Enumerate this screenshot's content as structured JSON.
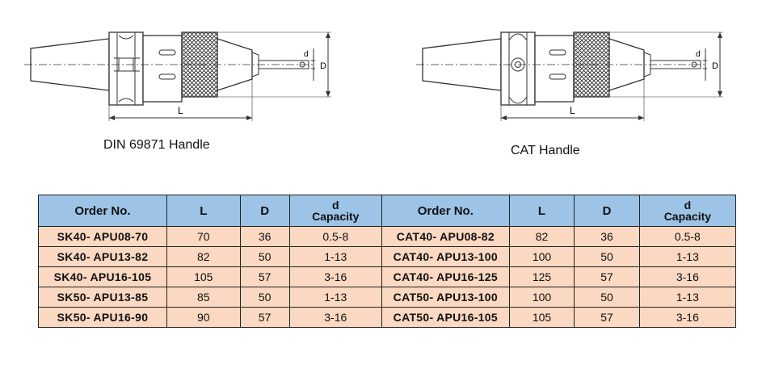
{
  "captions": {
    "din": "DIN 69871 Handle",
    "cat": "CAT Handle"
  },
  "drawings": {
    "din": {
      "length_label": "L",
      "diameter_label": "D",
      "bore_label": "d"
    },
    "cat": {
      "length_label": "L",
      "diameter_label": "D",
      "bore_label": "d"
    }
  },
  "table": {
    "headers": {
      "order": "Order No.",
      "L": "L",
      "D": "D",
      "d_top": "d",
      "d_bottom": "Capacity"
    },
    "rows": [
      {
        "sk": "SK40- APU08-70",
        "sk_L": "70",
        "sk_D": "36",
        "sk_d": "0.5-8",
        "cat": "CAT40- APU08-82",
        "cat_L": "82",
        "cat_D": "36",
        "cat_d": "0.5-8"
      },
      {
        "sk": "SK40- APU13-82",
        "sk_L": "82",
        "sk_D": "50",
        "sk_d": "1-13",
        "cat": "CAT40- APU13-100",
        "cat_L": "100",
        "cat_D": "50",
        "cat_d": "1-13"
      },
      {
        "sk": "SK40- APU16-105",
        "sk_L": "105",
        "sk_D": "57",
        "sk_d": "3-16",
        "cat": "CAT40- APU16-125",
        "cat_L": "125",
        "cat_D": "57",
        "cat_d": "3-16"
      },
      {
        "sk": "SK50- APU13-85",
        "sk_L": "85",
        "sk_D": "50",
        "sk_d": "1-13",
        "cat": "CAT50- APU13-100",
        "cat_L": "100",
        "cat_D": "50",
        "cat_d": "1-13"
      },
      {
        "sk": "SK50- APU16-90",
        "sk_L": "90",
        "sk_D": "57",
        "sk_d": "3-16",
        "cat": "CAT50- APU16-105",
        "cat_L": "105",
        "cat_D": "57",
        "cat_d": "3-16"
      }
    ]
  },
  "colors": {
    "header_bg": "#9dc3e6",
    "row_bg": "#fad8c1",
    "border": "#222222"
  }
}
